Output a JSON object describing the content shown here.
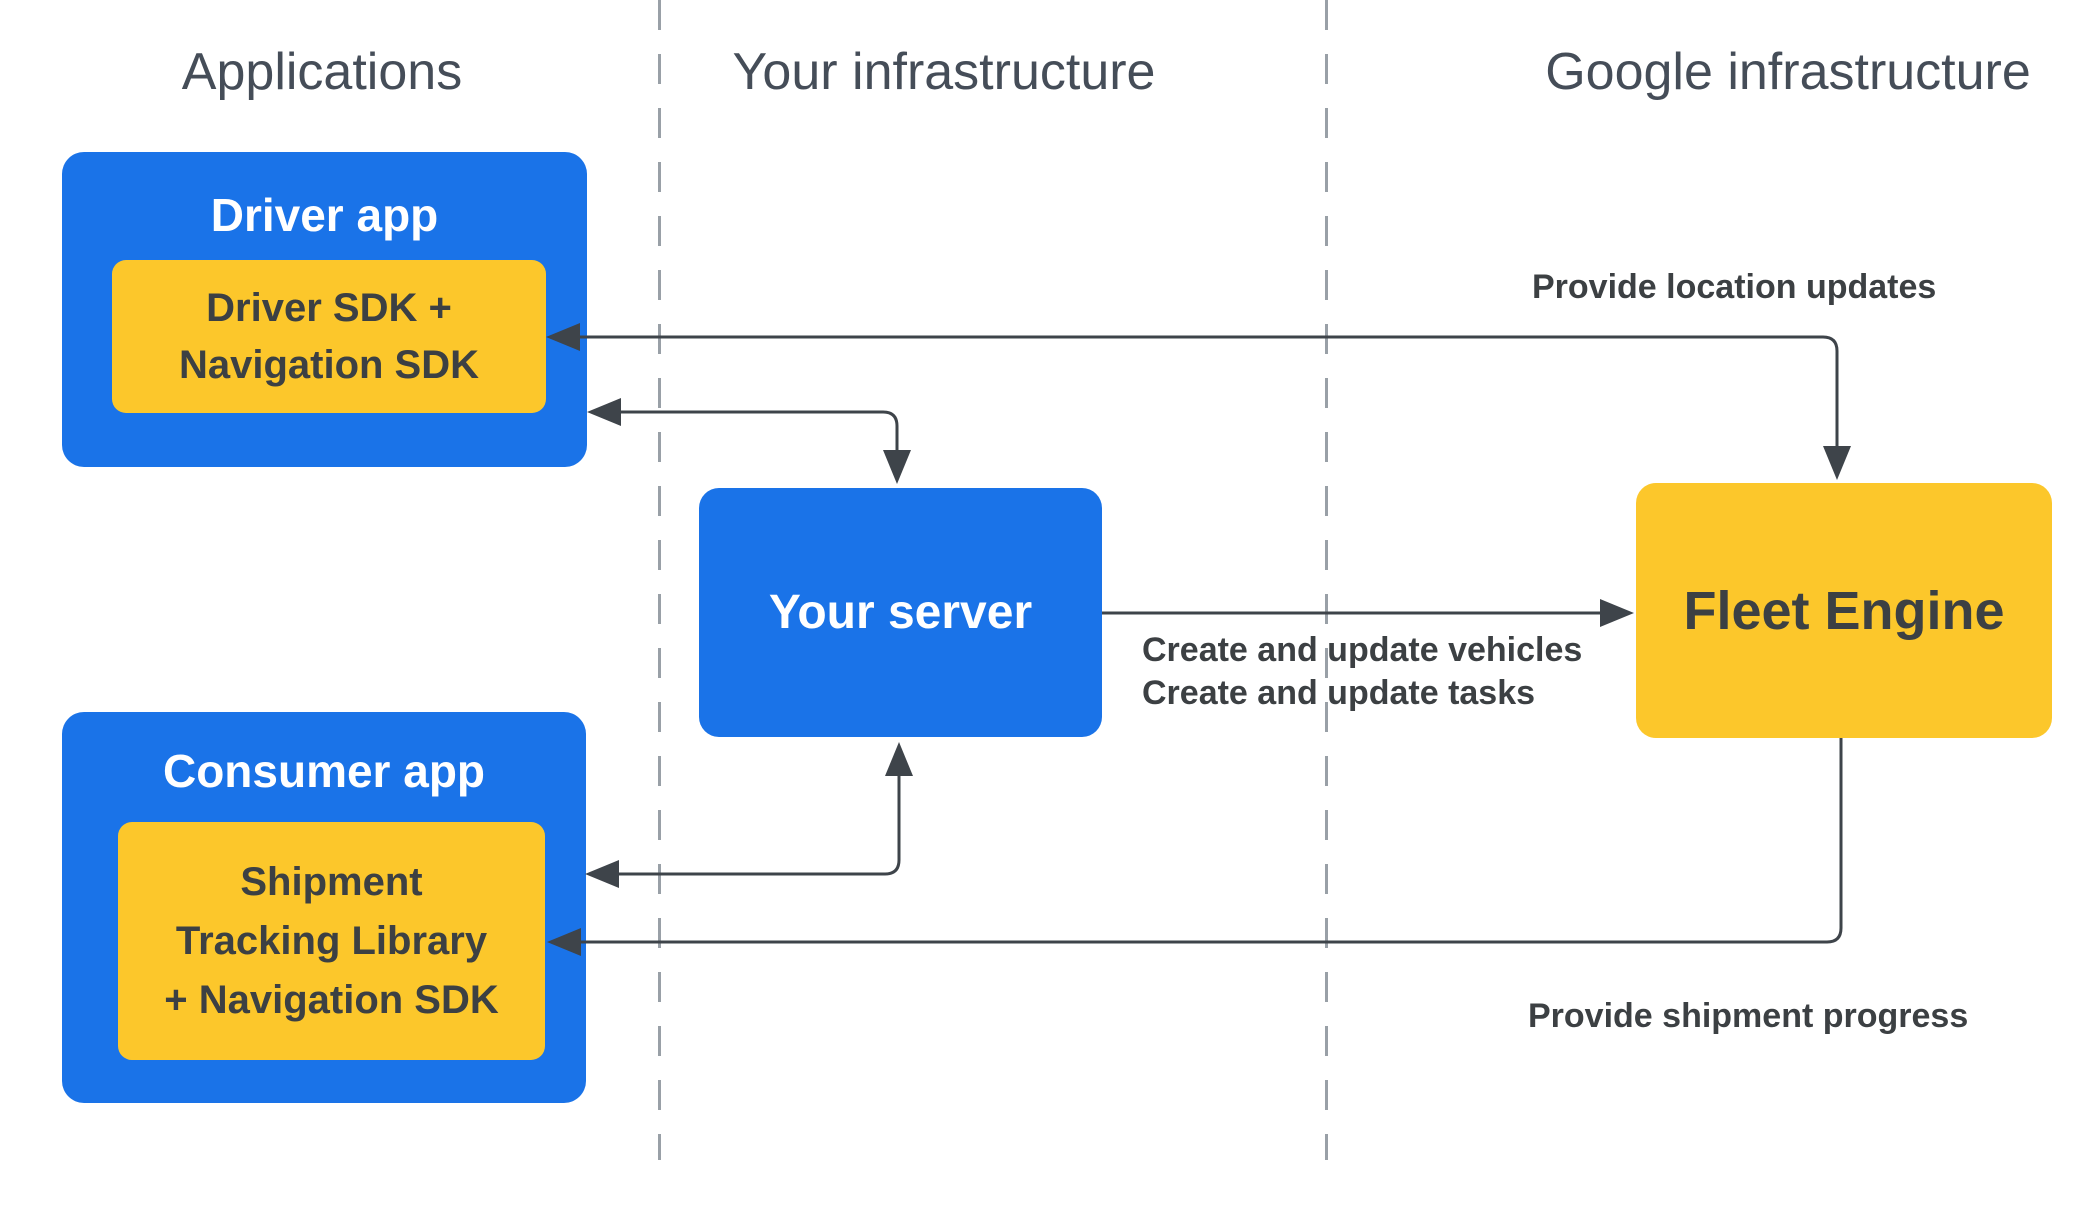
{
  "columns": {
    "applications": "Applications",
    "your_infrastructure": "Your infrastructure",
    "google_infrastructure": "Google infrastructure"
  },
  "nodes": {
    "driver_app": {
      "title": "Driver app"
    },
    "driver_sdk": {
      "lines": [
        "Driver SDK +",
        "Navigation SDK"
      ]
    },
    "consumer_app": {
      "title": "Consumer app"
    },
    "shipment_lib": {
      "lines": [
        "Shipment",
        "Tracking Library",
        "+ Navigation SDK"
      ]
    },
    "your_server": {
      "title": "Your server"
    },
    "fleet_engine": {
      "title": "Fleet Engine"
    }
  },
  "edge_labels": {
    "provide_location_updates": "Provide location updates",
    "create_update_vehicles": "Create and update vehicles",
    "create_update_tasks": "Create and update tasks",
    "provide_shipment_progress": "Provide shipment progress"
  },
  "colors": {
    "blue": "#1a73e8",
    "yellow": "#fcc72b",
    "text_dark": "#3c4043",
    "header_gray": "#454d58",
    "arrow": "#3e444a",
    "divider_gray": "#99a0a7",
    "background": "#ffffff"
  }
}
